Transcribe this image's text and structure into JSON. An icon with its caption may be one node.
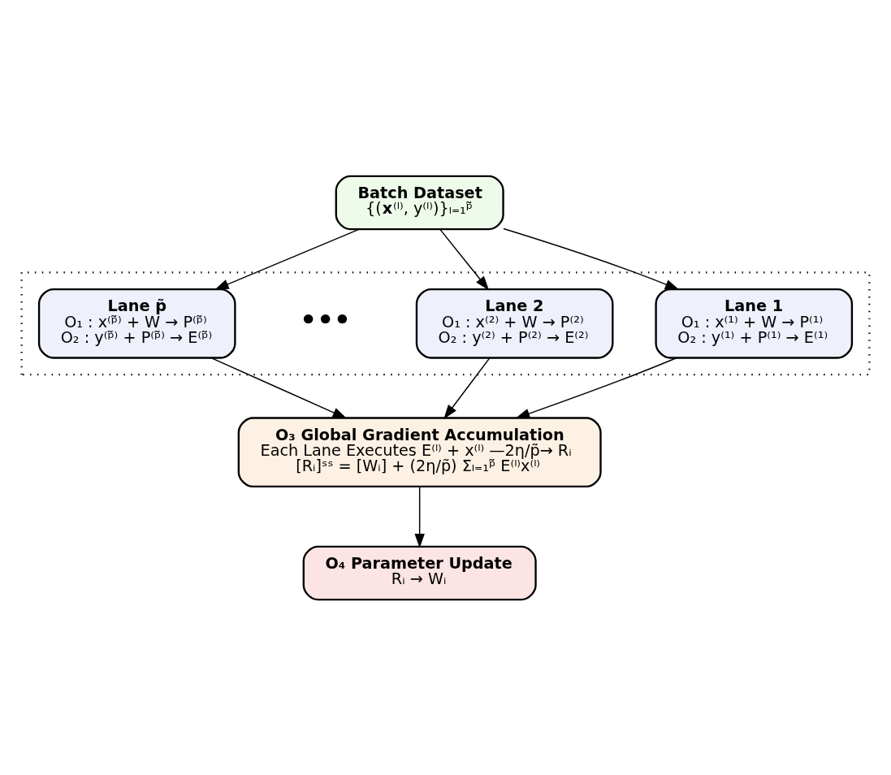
{
  "diagram": {
    "nodes": [
      {
        "text": [
          "Batch Dataset",
          "{(**x**⁽ˡ⁾, y⁽ˡ⁾)}ₗ₌₁ᵖ̃"
        ]
      },
      {
        "text": [],
        "shape": "box"
      },
      {
        "text": [
          "Lane 1",
          "O₁ : x⁽¹⁾ + W → P⁽¹⁾",
          "O₂ : y⁽¹⁾ + P⁽¹⁾ → E⁽¹⁾"
        ],
        "in": 1
      },
      {
        "text": [
          "Lane 2",
          "O₁ : x⁽²⁾ + W → P⁽²⁾",
          "O₂ : y⁽²⁾ + P⁽²⁾ → E⁽²⁾"
        ],
        "in": 1
      },
      {
        "text": [
          "Lane p̃",
          "O₁ : x⁽ᵖ̃⁾ + W → P⁽ᵖ̃⁾",
          "O₂ : y⁽ᵖ̃⁾ + P⁽ᵖ̃⁾ → E⁽ᵖ̃⁾"
        ],
        "in": 1
      },
      {
        "text": [
          "O₃ Global Gradient Accumulation",
          "Each Lane Executes E⁽ˡ⁾ + x⁽ˡ⁾ —2η/p̃→ Rᵢ",
          "[Rᵢ]ˢˢ = [Wᵢ] + (2η/p̃) Σₗ₌₁ᵖ̃ E⁽ˡ⁾x⁽ˡ⁾"
        ]
      },
      {
        "text": [
          "O₄ Parameter Update",
          "Rᵢ → Wᵢ"
        ]
      }
    ],
    "edges": [
      {
        "from": 0,
        "to": 2,
        "arrow": "to"
      },
      {
        "from": 0,
        "to": 3,
        "arrow": "to"
      },
      {
        "from": 0,
        "to": 4,
        "arrow": "to"
      },
      {
        "from": 2,
        "to": 5,
        "arrow": "to"
      },
      {
        "from": 3,
        "to": 5,
        "arrow": "to"
      },
      {
        "from": 4,
        "to": 5,
        "arrow": "to"
      },
      {
        "from": 5,
        "to": 6,
        "arrow": "to"
      }
    ],
    "labels": [
      "•••"
    ]
  }
}
